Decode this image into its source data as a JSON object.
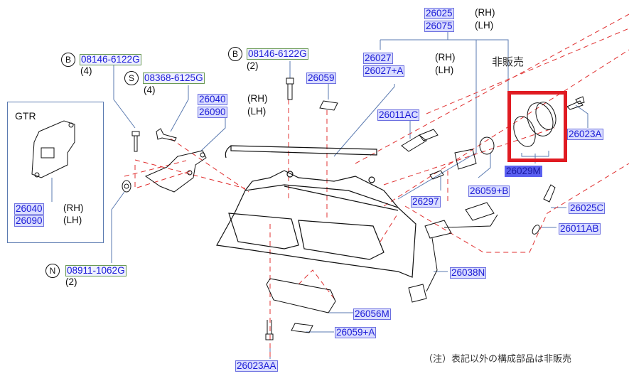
{
  "diagram": {
    "title_group_top": {
      "parts": [
        {
          "number": "26025",
          "side": "(RH)"
        },
        {
          "number": "26075",
          "side": "(LH)"
        }
      ]
    },
    "housing_group": {
      "parts": [
        {
          "number": "26027",
          "side": "(RH)"
        },
        {
          "number": "26027+A",
          "side": "(LH)"
        }
      ]
    },
    "not_for_sale_label": "非販売",
    "bolt_b_left": {
      "symbol": "B",
      "number": "08146-6122G",
      "qty": "(4)"
    },
    "screw_s": {
      "symbol": "S",
      "number": "08368-6125G",
      "qty": "(4)"
    },
    "bolt_b_center": {
      "symbol": "B",
      "number": "08146-6122G",
      "qty": "(2)"
    },
    "nut_n": {
      "symbol": "N",
      "number": "08911-1062G",
      "qty": "(2)"
    },
    "bracket_main": {
      "parts": [
        {
          "number": "26040",
          "side": "(RH)"
        },
        {
          "number": "26090",
          "side": "(LH)"
        }
      ]
    },
    "gtr_inset": {
      "title": "GTR",
      "parts": [
        {
          "number": "26040",
          "side": "(RH)"
        },
        {
          "number": "26090",
          "side": "(LH)"
        }
      ]
    },
    "parts": {
      "p26059": "26059",
      "p26011AC": "26011AC",
      "p26023A": "26023A",
      "p26029M": "26029M",
      "p26059B": "26059+B",
      "p26297": "26297",
      "p26025C": "26025C",
      "p26011AB": "26011AB",
      "p26038N": "26038N",
      "p26056M": "26056M",
      "p26059A": "26059+A",
      "p26023AA": "26023AA"
    },
    "footnote": "（注）表記以外の構成部品は非販売",
    "colors": {
      "label_text": "#1a1ad6",
      "label_bg": "#d9dcff",
      "fastener_border": "#6a9a55",
      "highlight_box": "#e01b22",
      "dash_line": "#e03030",
      "leader_line": "#5a7ab0"
    }
  }
}
